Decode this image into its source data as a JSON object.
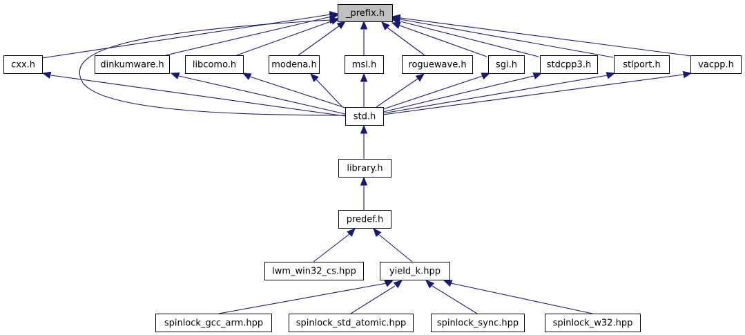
{
  "colors": {
    "edge": "#191970",
    "node_fill": "#ffffff",
    "root_fill": "#bfbfbf",
    "node_border": "#000000"
  },
  "nodes": [
    {
      "id": "prefix",
      "label": "_prefix.h",
      "root": true
    },
    {
      "id": "cxx",
      "label": "cxx.h"
    },
    {
      "id": "dinkumware",
      "label": "dinkumware.h"
    },
    {
      "id": "libcomo",
      "label": "libcomo.h"
    },
    {
      "id": "modena",
      "label": "modena.h"
    },
    {
      "id": "msl",
      "label": "msl.h"
    },
    {
      "id": "roguewave",
      "label": "roguewave.h"
    },
    {
      "id": "sgi",
      "label": "sgi.h"
    },
    {
      "id": "stdcpp3",
      "label": "stdcpp3.h"
    },
    {
      "id": "stlport",
      "label": "stlport.h"
    },
    {
      "id": "vacpp",
      "label": "vacpp.h"
    },
    {
      "id": "std",
      "label": "std.h"
    },
    {
      "id": "library",
      "label": "library.h"
    },
    {
      "id": "predef",
      "label": "predef.h"
    },
    {
      "id": "lwm",
      "label": "lwm_win32_cs.hpp"
    },
    {
      "id": "yield",
      "label": "yield_k.hpp"
    },
    {
      "id": "sp_gcc_arm",
      "label": "spinlock_gcc_arm.hpp"
    },
    {
      "id": "sp_std_atomic",
      "label": "spinlock_std_atomic.hpp"
    },
    {
      "id": "sp_sync",
      "label": "spinlock_sync.hpp"
    },
    {
      "id": "sp_w32",
      "label": "spinlock_w32.hpp"
    }
  ],
  "edges": [
    {
      "from": "cxx",
      "to": "prefix"
    },
    {
      "from": "dinkumware",
      "to": "prefix"
    },
    {
      "from": "libcomo",
      "to": "prefix"
    },
    {
      "from": "modena",
      "to": "prefix"
    },
    {
      "from": "msl",
      "to": "prefix"
    },
    {
      "from": "roguewave",
      "to": "prefix"
    },
    {
      "from": "sgi",
      "to": "prefix"
    },
    {
      "from": "stdcpp3",
      "to": "prefix"
    },
    {
      "from": "stlport",
      "to": "prefix"
    },
    {
      "from": "vacpp",
      "to": "prefix"
    },
    {
      "from": "std",
      "to": "prefix"
    },
    {
      "from": "std",
      "to": "cxx"
    },
    {
      "from": "std",
      "to": "dinkumware"
    },
    {
      "from": "std",
      "to": "libcomo"
    },
    {
      "from": "std",
      "to": "modena"
    },
    {
      "from": "std",
      "to": "msl"
    },
    {
      "from": "std",
      "to": "roguewave"
    },
    {
      "from": "std",
      "to": "sgi"
    },
    {
      "from": "std",
      "to": "stdcpp3"
    },
    {
      "from": "std",
      "to": "stlport"
    },
    {
      "from": "std",
      "to": "vacpp"
    },
    {
      "from": "library",
      "to": "std"
    },
    {
      "from": "predef",
      "to": "library"
    },
    {
      "from": "lwm",
      "to": "predef"
    },
    {
      "from": "yield",
      "to": "predef"
    },
    {
      "from": "sp_gcc_arm",
      "to": "yield"
    },
    {
      "from": "sp_std_atomic",
      "to": "yield"
    },
    {
      "from": "sp_sync",
      "to": "yield"
    },
    {
      "from": "sp_w32",
      "to": "yield"
    }
  ]
}
